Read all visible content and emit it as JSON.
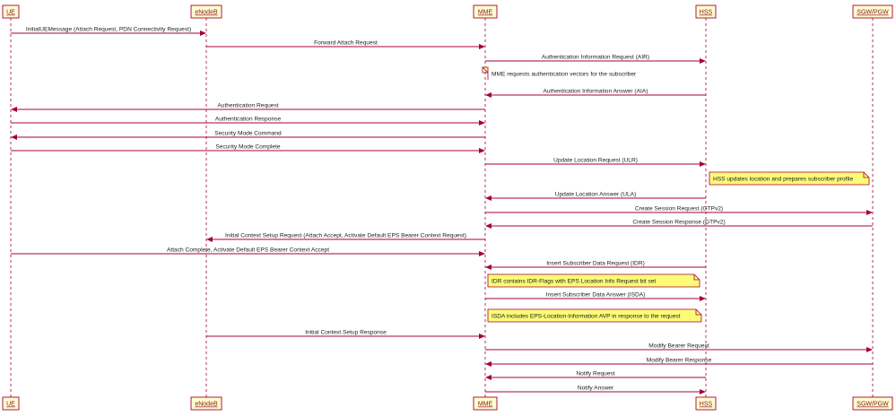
{
  "colors": {
    "participant_fill": "#fefece",
    "participant_border": "#a80036",
    "lifeline": "#a80036",
    "arrow": "#a80036",
    "note_fill": "#fbfb77",
    "note_border": "#a80036"
  },
  "participants": [
    {
      "id": "ue",
      "label": "UE"
    },
    {
      "id": "enodeb",
      "label": "eNodeB"
    },
    {
      "id": "mme",
      "label": "MME"
    },
    {
      "id": "hss",
      "label": "HSS"
    },
    {
      "id": "sgw",
      "label": "SGW/PGW"
    }
  ],
  "messages": [
    {
      "from": "ue",
      "to": "enodeb",
      "label": "InitialUEMessage (Attach Request, PDN Connectivity Request)"
    },
    {
      "from": "enodeb",
      "to": "mme",
      "label": "Forward Attach Request"
    },
    {
      "from": "mme",
      "to": "hss",
      "label": "Authentication Information Request (AIR)"
    },
    {
      "note": true,
      "over": "mme",
      "label": "MME requests authentication vectors for the subscriber"
    },
    {
      "from": "hss",
      "to": "mme",
      "label": "Authentication Information Answer (AIA)"
    },
    {
      "from": "mme",
      "to": "ue",
      "label": "Authentication Request"
    },
    {
      "from": "ue",
      "to": "mme",
      "label": "Authentication Response"
    },
    {
      "from": "mme",
      "to": "ue",
      "label": "Security Mode Command"
    },
    {
      "from": "ue",
      "to": "mme",
      "label": "Security Mode Complete"
    },
    {
      "from": "mme",
      "to": "hss",
      "label": "Update Location Request (ULR)"
    },
    {
      "note": true,
      "over": "hss",
      "label": "HSS updates location and prepares subscriber profile"
    },
    {
      "from": "hss",
      "to": "mme",
      "label": "Update Location Answer (ULA)"
    },
    {
      "from": "mme",
      "to": "sgw",
      "label": "Create Session Request (GTPv2)"
    },
    {
      "from": "sgw",
      "to": "mme",
      "label": "Create Session Response (GTPv2)"
    },
    {
      "from": "mme",
      "to": "enodeb",
      "label": "Initial Context Setup Request (Attach Accept, Activate Default EPS Bearer Context Request)"
    },
    {
      "from": "ue",
      "to": "mme",
      "label": "Attach Complete, Activate Default EPS Bearer Context Accept"
    },
    {
      "from": "hss",
      "to": "mme",
      "label": "Insert Subscriber Data Request (IDR)"
    },
    {
      "note": true,
      "over": "mme",
      "label": "IDR contains IDR-Flags with EPS Location Info Request bit set"
    },
    {
      "from": "mme",
      "to": "hss",
      "label": "Insert Subscriber Data Answer (ISDA)"
    },
    {
      "note": true,
      "over": "mme",
      "label": "ISDA includes EPS-Location-Information AVP in response to the request"
    },
    {
      "from": "enodeb",
      "to": "mme",
      "label": "Initial Context Setup Response"
    },
    {
      "from": "mme",
      "to": "sgw",
      "label": "Modify Bearer Request"
    },
    {
      "from": "sgw",
      "to": "mme",
      "label": "Modify Bearer Response"
    },
    {
      "from": "hss",
      "to": "mme",
      "label": "Notify Request"
    },
    {
      "from": "mme",
      "to": "hss",
      "label": "Notify Answer"
    }
  ]
}
